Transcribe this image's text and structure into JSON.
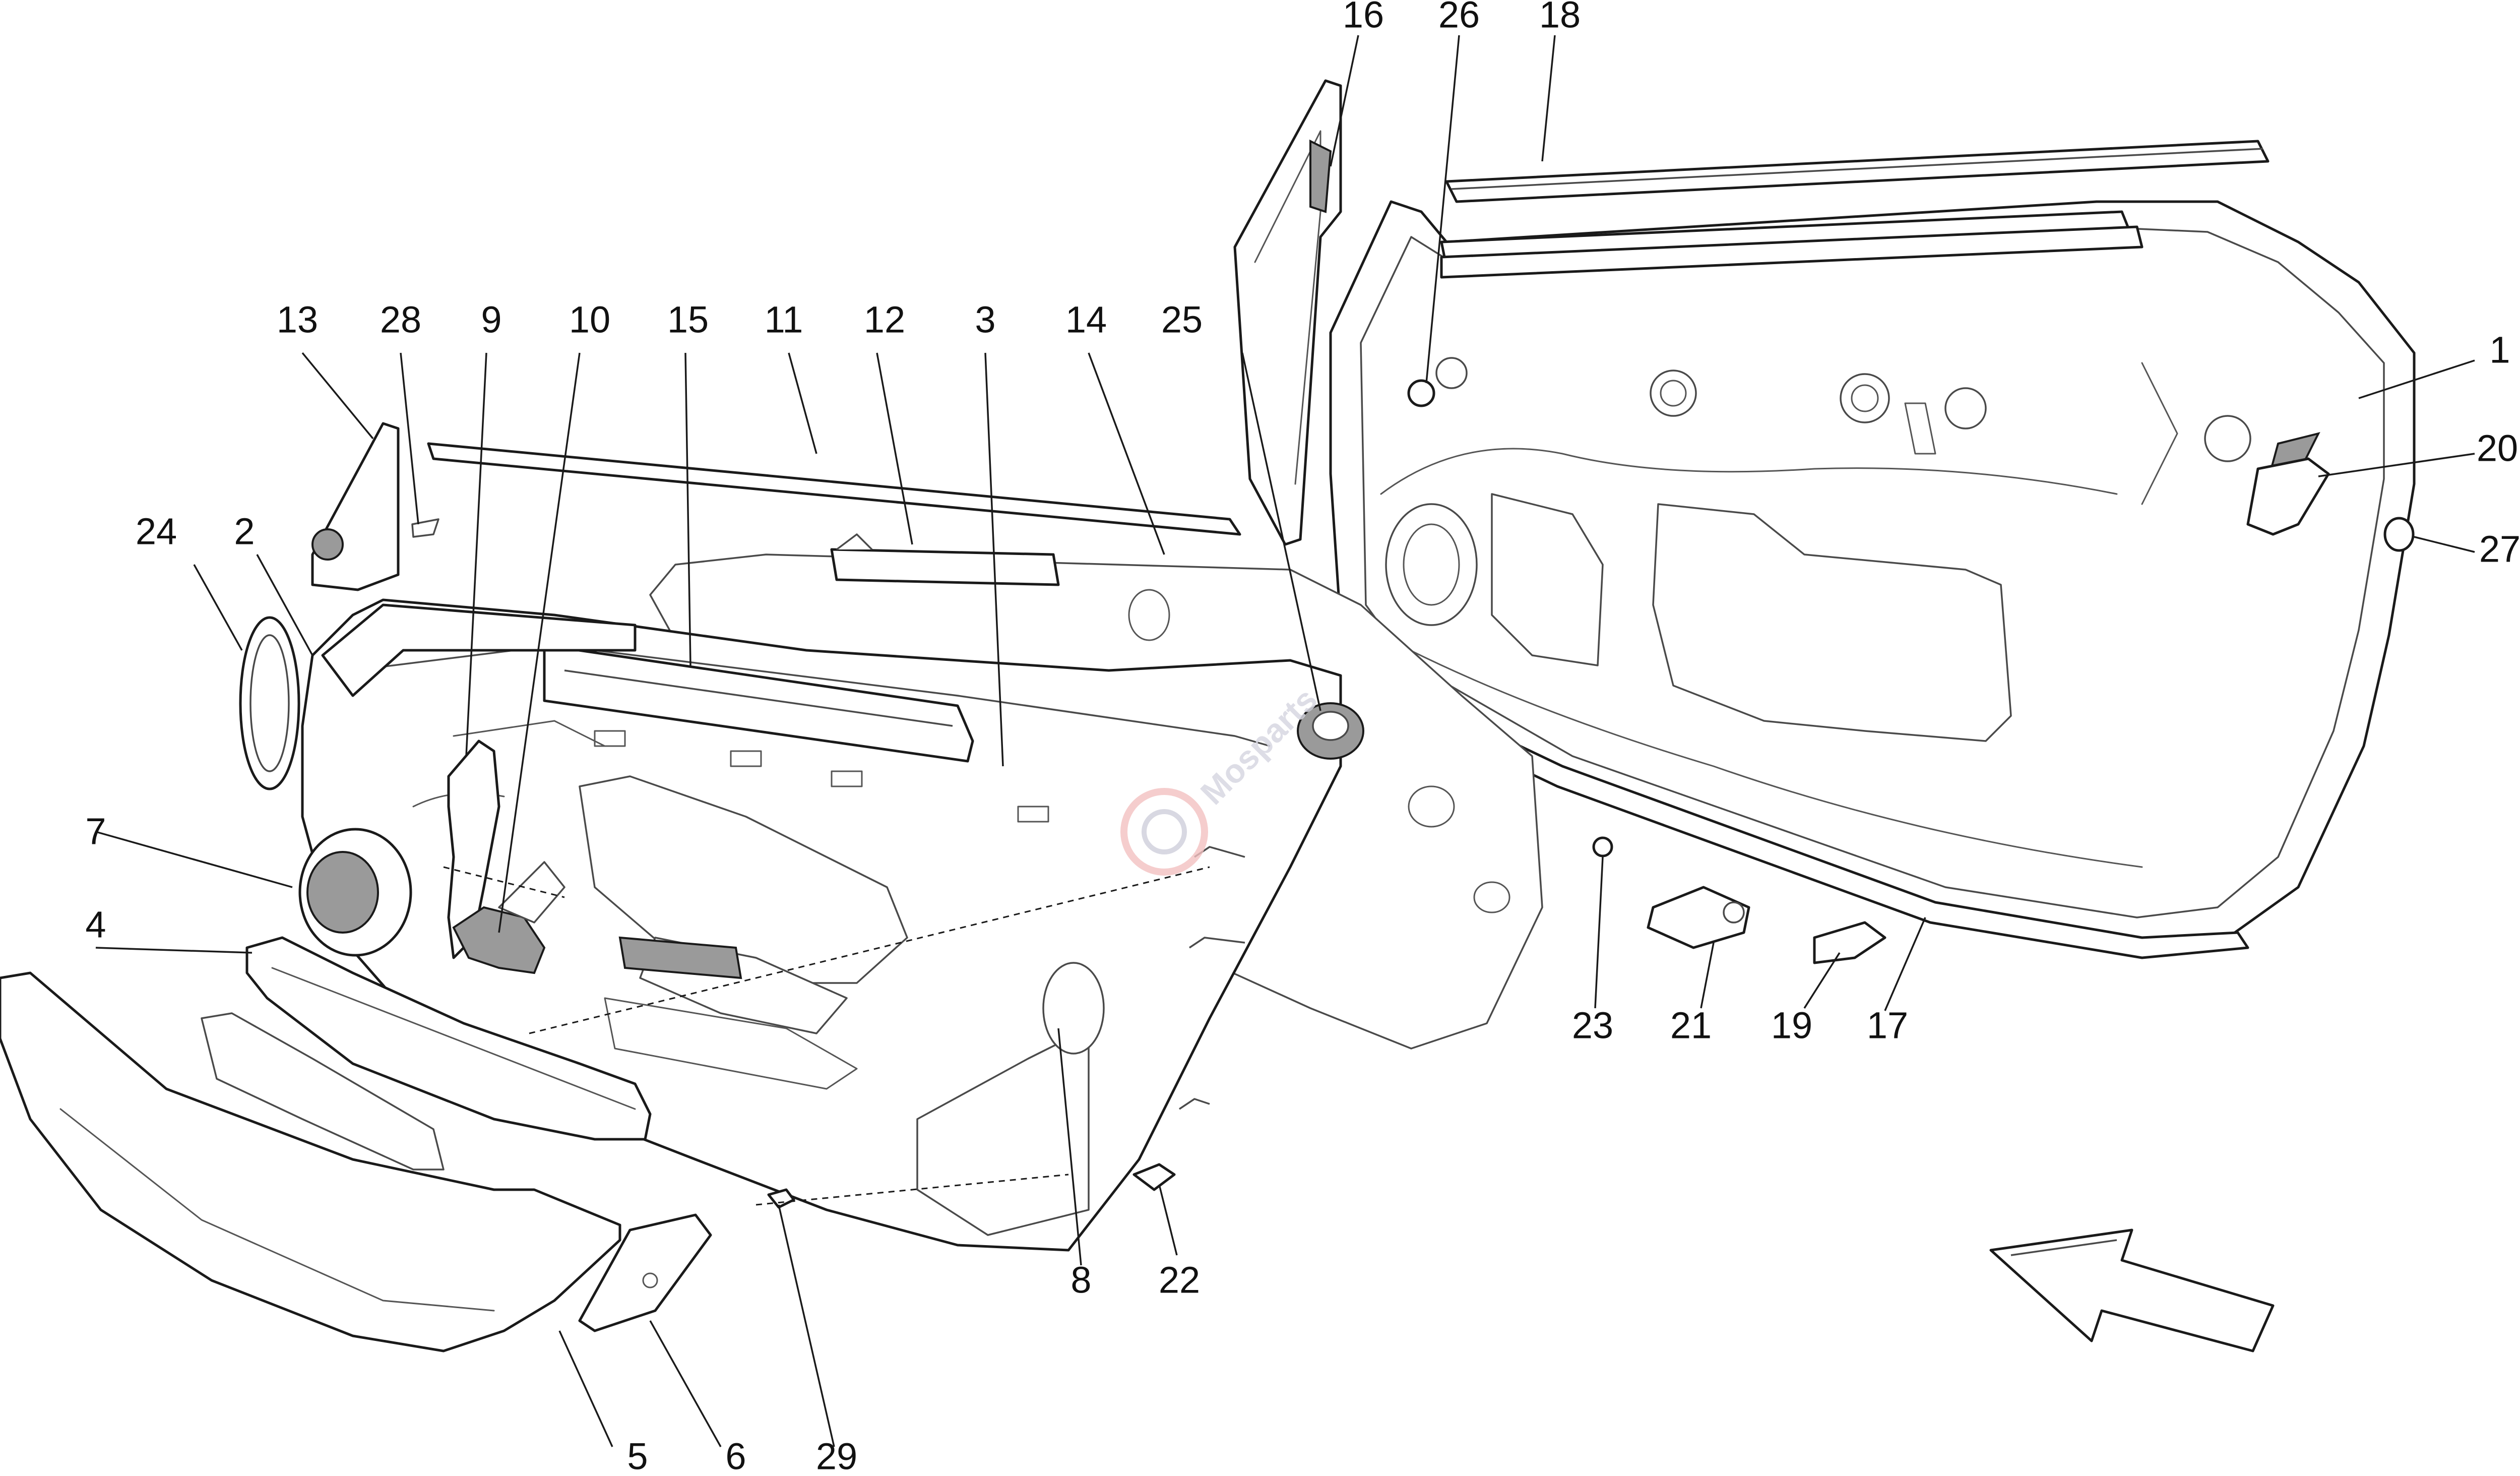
{
  "diagram": {
    "type": "exploded-parts-view",
    "callouts": [
      {
        "id": "1",
        "label": "1"
      },
      {
        "id": "2",
        "label": "2"
      },
      {
        "id": "3",
        "label": "3"
      },
      {
        "id": "4",
        "label": "4"
      },
      {
        "id": "5",
        "label": "5"
      },
      {
        "id": "6",
        "label": "6"
      },
      {
        "id": "7",
        "label": "7"
      },
      {
        "id": "8",
        "label": "8"
      },
      {
        "id": "9",
        "label": "9"
      },
      {
        "id": "10",
        "label": "10"
      },
      {
        "id": "11",
        "label": "11"
      },
      {
        "id": "12",
        "label": "12"
      },
      {
        "id": "13",
        "label": "13"
      },
      {
        "id": "14",
        "label": "14"
      },
      {
        "id": "15",
        "label": "15"
      },
      {
        "id": "16",
        "label": "16"
      },
      {
        "id": "17",
        "label": "17"
      },
      {
        "id": "18",
        "label": "18"
      },
      {
        "id": "19",
        "label": "19"
      },
      {
        "id": "20",
        "label": "20"
      },
      {
        "id": "21",
        "label": "21"
      },
      {
        "id": "22",
        "label": "22"
      },
      {
        "id": "23",
        "label": "23"
      },
      {
        "id": "24",
        "label": "24"
      },
      {
        "id": "25",
        "label": "25"
      },
      {
        "id": "26",
        "label": "26"
      },
      {
        "id": "27",
        "label": "27"
      },
      {
        "id": "28",
        "label": "28"
      },
      {
        "id": "29",
        "label": "29"
      }
    ],
    "watermark": "Mosparts"
  }
}
